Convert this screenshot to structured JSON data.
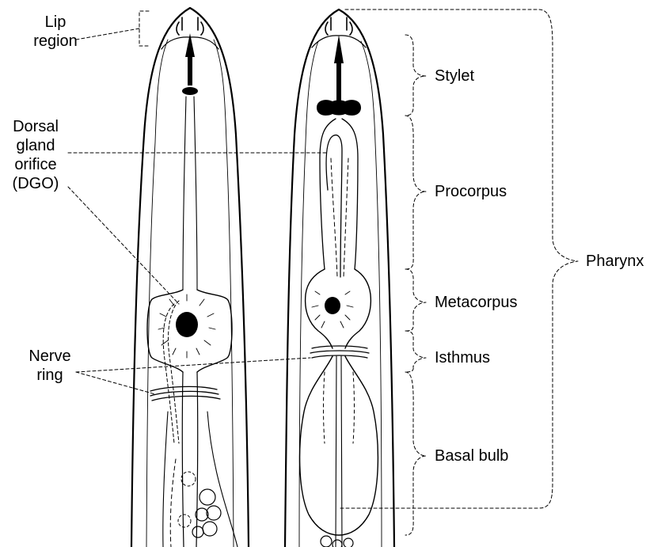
{
  "colors": {
    "ink": "#000000",
    "background": "#ffffff"
  },
  "left_labels": {
    "lip_region": [
      "Lip",
      "region"
    ],
    "dgo": [
      "Dorsal",
      "gland",
      "orifice",
      "(DGO)"
    ],
    "nerve_ring": [
      "Nerve",
      "ring"
    ]
  },
  "right_labels": {
    "stylet": "Stylet",
    "procorpus": "Procorpus",
    "metacorpus": "Metacorpus",
    "isthmus": "Isthmus",
    "basal_bulb": "Basal bulb",
    "pharynx": "Pharynx"
  }
}
